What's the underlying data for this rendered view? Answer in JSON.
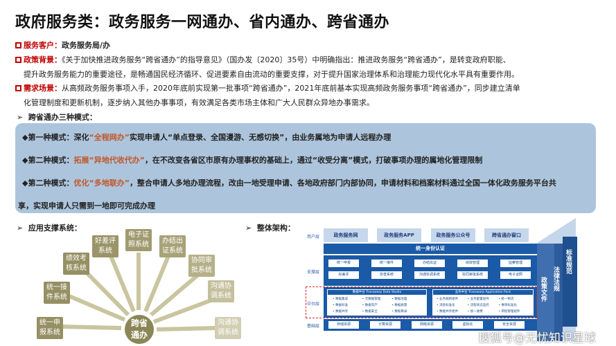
{
  "title": "政府服务类：政务服务一网通办、省内通办、跨省通办",
  "customer": {
    "label": "服务客户：",
    "text": "政务服务局/办"
  },
  "background": {
    "label": "政策背景：",
    "line1": "《关于加快推进政务服务“跨省通办”的指导意见》（国办发〔2020〕35号）中明确指出：推进政务服务“跨省通办”，是转变政府职能、",
    "line2": "提升政务服务能力的重要途径，是畅通国民经济循环、促进要素自由流动的重要支撑，对于提升国家治理体系和治理能力现代化水平具有重要作用。"
  },
  "scenario": {
    "label": "需求场景：",
    "line1": "从高频政务服务事项入手，2020年底前实现第一批事项“跨省通办”，2021年底前基本实现高频政务服务事项“跨省通办”，同步建立清单",
    "line2": "化管理制度和更新机制，逐步纳入其他办事事项，有效满足各类市场主体和广大人民群众异地办事需求。"
  },
  "modes_title": "跨省通办三种模式：",
  "modes": [
    {
      "prefix": "◆第一种模式：深化",
      "hl": "“全程网办”",
      "rest": "实现申请人“单点登录、全国漫游、无感切换”，由业务属地为申请人远程办理"
    },
    {
      "prefix": "◆第二种模式：",
      "hl": "拓展“异地代收代办”",
      "rest": "，在不改变各省区市原有办理事权的基础上，通过“收受分离”模式，打破事项办理的属地化管理限制"
    },
    {
      "prefix": "◆第二种模式：",
      "hl": "优化“多地联办”",
      "rest": "，整合申请人多地办理流程，改由一地受理申请、各地政府部门内部协同，申请材料和档案材料通过全国一体化政务服务平台共",
      "cont": "享，实现申请人只需到一地即可完成办理"
    }
  ],
  "app_title": "应用支撑系统：",
  "center": [
    "跨省",
    "通办"
  ],
  "systems": [
    [
      "统一申",
      "报系统"
    ],
    [
      "统一接",
      "件系统"
    ],
    [
      "绩效考",
      "核系统"
    ],
    [
      "好差评",
      "系统"
    ],
    [
      "电子证",
      "照系统"
    ],
    [
      "办结出",
      "证系统"
    ],
    [
      "协同审",
      "批系统"
    ],
    [
      "沟通协",
      "调系统"
    ],
    [
      "沟通协",
      "调系统"
    ]
  ],
  "arch_title": "整体架构：",
  "arch": {
    "layers": [
      "用户层",
      "支撑层",
      "中台层",
      "基础层"
    ],
    "user": [
      "政务服务网",
      "政务服务APP",
      "政务服务公众号",
      "跨省通办窗口"
    ],
    "auth": "统一身份认证",
    "support": [
      "统一申报",
      "统一接件",
      "办结出证",
      "绩效管理",
      "监察管理",
      "好差评",
      "协查系统",
      "沟通协调系统",
      "协同审批系统",
      "电子证照"
    ],
    "data_center": "数据中台 Transwarp Data Studio",
    "data_items": [
      "数据集成",
      "元数据管理",
      "数据治理",
      "数据标准",
      "数据资产",
      "数据质量",
      "数据共享",
      "数据安全",
      "数据目录"
    ],
    "biz_center": "业务中台 Transwarp Application Pack",
    "biz_items": [
      "业务规则组件",
      "业务配置组件",
      "统一物流",
      "消息标准化",
      "流程状态监控",
      "事项标准化",
      "数据共享组件",
      "统一收费",
      "审批管理组件"
    ],
    "base": [
      "存储资源",
      "计算资源",
      "网络资源",
      "虚拟化",
      "安全资源"
    ],
    "columns": [
      "政策文件",
      "法律法规",
      "标准规范"
    ]
  },
  "watermark": "搜狐号@无忧知识星球"
}
